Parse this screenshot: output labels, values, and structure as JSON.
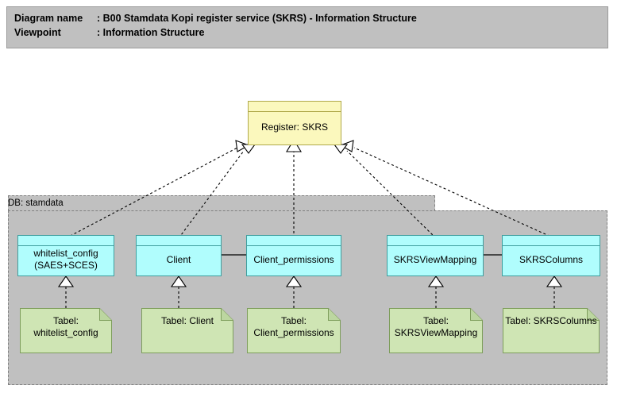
{
  "header": {
    "line1_label": "Diagram name",
    "line1_value": ": B00 Stamdata Kopi register service (SKRS) - Information Structure",
    "line2_label": "Viewpoint",
    "line2_value": ": Information Structure"
  },
  "group": {
    "label": "DB: stamdata"
  },
  "register": {
    "label": "Register: SKRS"
  },
  "entities": [
    {
      "label": "whitelist_config\n(SAES+SCES)"
    },
    {
      "label": "Client"
    },
    {
      "label": "Client_permissions"
    },
    {
      "label": "SKRSViewMapping"
    },
    {
      "label": "SKRSColumns"
    }
  ],
  "tables": [
    {
      "label": "Tabel:\nwhitelist_config"
    },
    {
      "label": "Tabel: Client"
    },
    {
      "label": "Tabel:\nClient_permissions"
    },
    {
      "label": "Tabel:\nSKRSViewMapping"
    },
    {
      "label": "Tabel: SKRSColumns"
    }
  ],
  "colors": {
    "page_background": "#ffffff",
    "header_background": "#c0c0c0",
    "group_background": "#c0c0c0",
    "entity_fill": "#b0fdfd",
    "entity_stroke": "#3f9e9e",
    "register_fill": "#fbf8bd",
    "register_stroke": "#b0a94a",
    "note_fill": "#cfe5b4",
    "note_stroke": "#7e9e5c",
    "connector": "#000000"
  }
}
